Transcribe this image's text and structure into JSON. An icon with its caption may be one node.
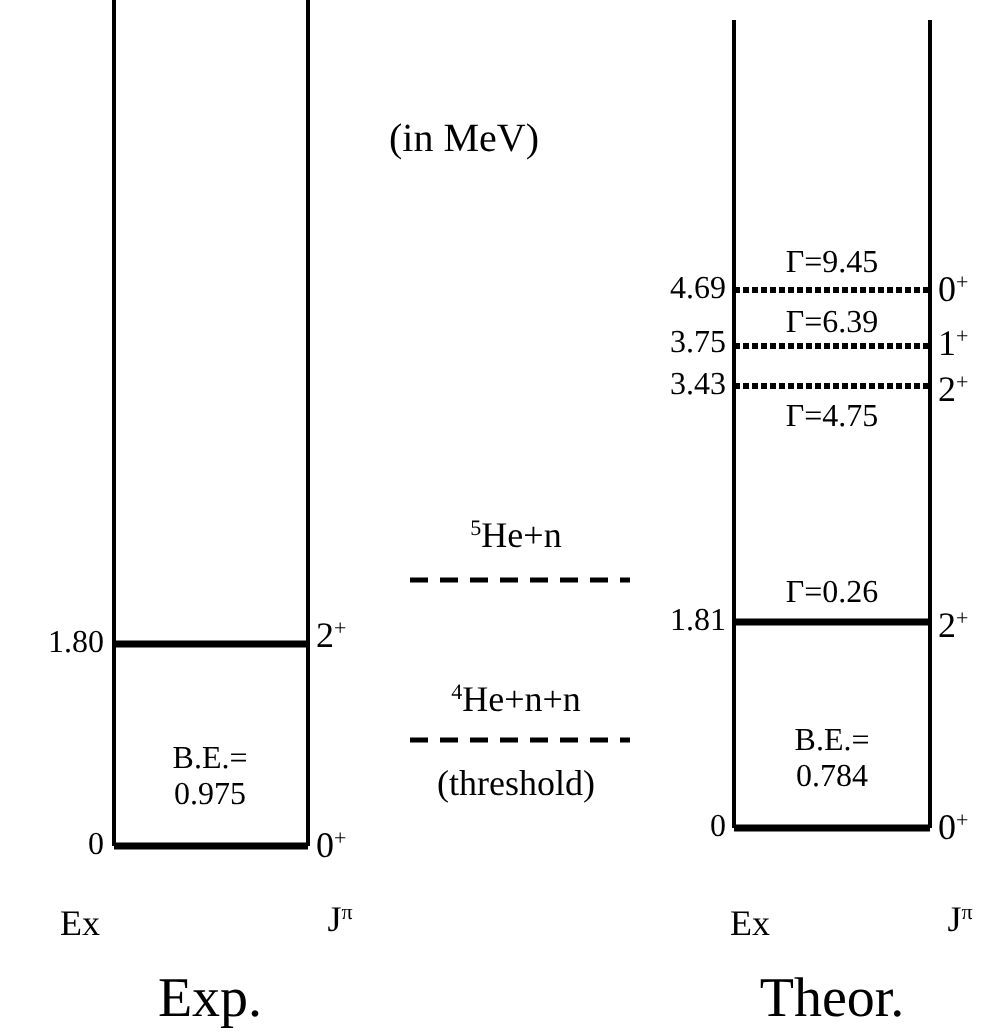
{
  "diagram": {
    "labels": [
      "(in MeV)",
      "Γ=9.45",
      "4.69",
      "0$^{+}$",
      "Γ=6.39",
      "3.75",
      "1$^{+}$",
      "3.43",
      "2$^{+}$",
      "Γ=4.75",
      "$^{5}$He+n",
      "Γ=0.26",
      "1.80",
      "2$^{+}$",
      "1.81",
      "2$^{+}$",
      "$^{4}$He+n+n",
      "B.E.= 0.975",
      "B.E.= 0.784",
      "(threshold)",
      "0",
      "0$^{+}$",
      "0",
      "0$^{+}$",
      "Ex",
      "J$^{π}$",
      "Ex",
      "J$^{π}$",
      "Exp.",
      "Theor."
    ]
  }
}
